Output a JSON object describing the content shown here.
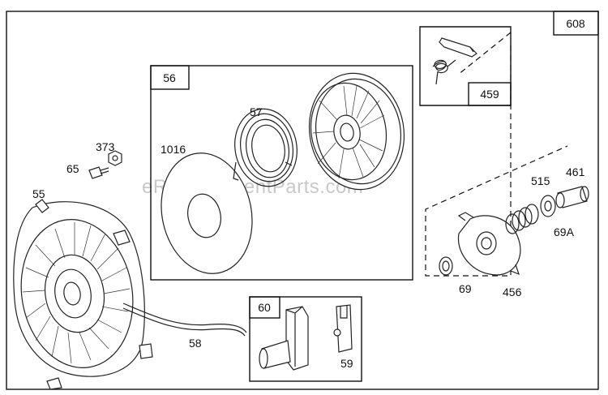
{
  "watermark": "eReplacementParts.com",
  "assembly_label": "608",
  "boxes": {
    "rewind_box": "56",
    "grip_box": "60",
    "pawl_box": "459"
  },
  "parts": {
    "p55": "55",
    "p65": "65",
    "p373": "373",
    "p1016": "1016",
    "p57": "57",
    "p58": "58",
    "p59": "59",
    "p515": "515",
    "p461": "461",
    "p69A": "69A",
    "p69": "69",
    "p456": "456"
  }
}
